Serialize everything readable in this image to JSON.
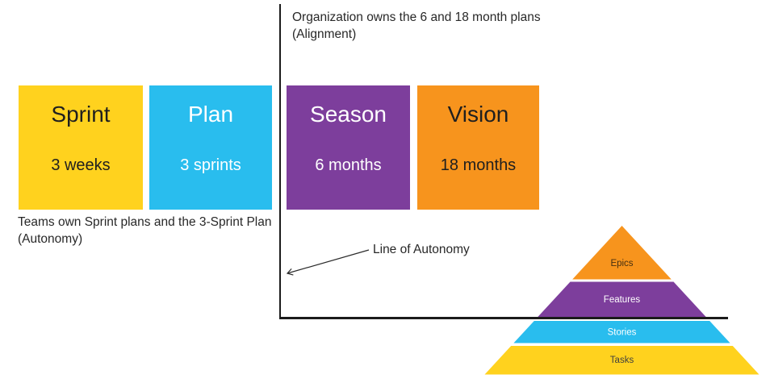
{
  "notes": {
    "org": {
      "line1": "Organization owns the 6 and 18 month plans",
      "line2": "(Alignment)"
    },
    "team": {
      "line1": "Teams own Sprint plans and the 3-Sprint Plan",
      "line2": "(Autonomy)"
    },
    "autonomy_label": "Line of Autonomy"
  },
  "boxes": [
    {
      "title": "Sprint",
      "subtitle": "3 weeks",
      "bg": "#FFD21E",
      "fg": "#1f1f1f"
    },
    {
      "title": "Plan",
      "subtitle": "3 sprints",
      "bg": "#29BDEE",
      "fg": "#ffffff"
    },
    {
      "title": "Season",
      "subtitle": "6 months",
      "bg": "#7D3E9C",
      "fg": "#ffffff"
    },
    {
      "title": "Vision",
      "subtitle": "18 months",
      "bg": "#F7941D",
      "fg": "#1f1f1f"
    }
  ],
  "pyramid": {
    "layers": [
      {
        "label": "Epics",
        "color": "#F7941D",
        "text_color": "#463011"
      },
      {
        "label": "Features",
        "color": "#7D3E9C",
        "text_color": "#ffffff"
      },
      {
        "label": "Stories",
        "color": "#29BDEE",
        "text_color": "#ffffff"
      },
      {
        "label": "Tasks",
        "color": "#FFD21E",
        "text_color": "#3f3f3f"
      }
    ]
  },
  "lines": {
    "color": "#1b1b1b",
    "arrow_color": "#2b2b2b"
  }
}
